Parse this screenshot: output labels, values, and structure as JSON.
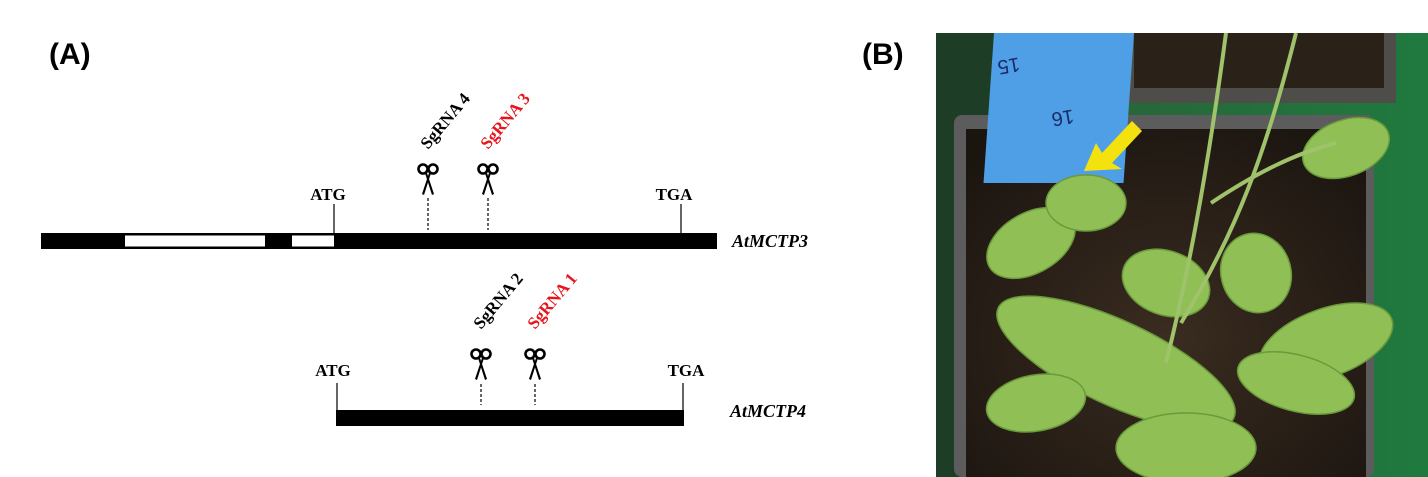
{
  "panels": {
    "a_label": "(A)",
    "b_label": "(B)"
  },
  "gene1": {
    "name": "AtMCTP3",
    "start_codon": "ATG",
    "stop_codon": "TGA",
    "sgrnas": [
      {
        "label": "SgRNA 4",
        "color": "#000000"
      },
      {
        "label": "SgRNA 3",
        "color": "#e8141b"
      }
    ]
  },
  "gene2": {
    "name": "AtMCTP4",
    "start_codon": "ATG",
    "stop_codon": "TGA",
    "sgrnas": [
      {
        "label": "SgRNA 2",
        "color": "#000000"
      },
      {
        "label": "SgRNA 1",
        "color": "#e8141b"
      }
    ]
  },
  "photo": {
    "description_icon": "arrow-icon",
    "tag_texts": [
      "15",
      "16"
    ],
    "arrow_color": "#f4e20f",
    "tag_color": "#4f9fe6"
  }
}
